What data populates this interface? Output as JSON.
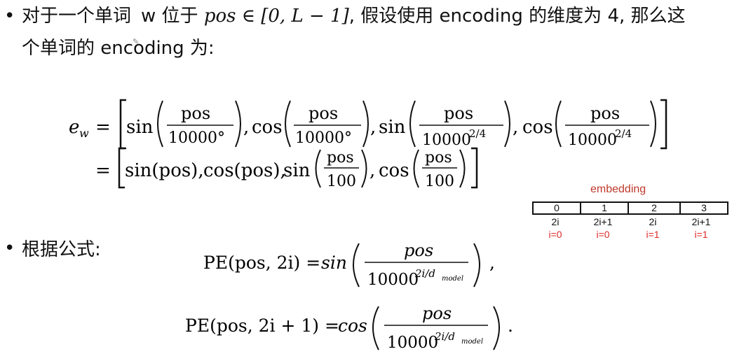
{
  "line1": {
    "text_a": "对于一个单词",
    "word": "w",
    "text_b": "位于",
    "pos_expr": "pos ∈ [0, L − 1]",
    "text_c": ", 假设使用 encoding 的维度为 4, 那么这"
  },
  "line2": {
    "text": "个单词的 encoding 为:"
  },
  "formula_ew": {
    "lhs": "e",
    "lhs_sub": "w",
    "eq": "=",
    "sin": "sin",
    "cos": "cos",
    "pos": "pos",
    "den1": "10000°",
    "den2_base": "10000",
    "den2_exp": "2/4",
    "row2_sin_pos": "sin(pos),",
    "row2_cos_pos": "cos(pos),",
    "den3": "100",
    "comma": ","
  },
  "formula_label": {
    "text": "根据公式:"
  },
  "formula_pe": {
    "pe1_lhs": "PE(pos, 2i) = ",
    "pe2_lhs": "PE(pos, 2i + 1) = ",
    "sin": "sin",
    "cos": "cos",
    "pos": "pos",
    "den_base": "10000",
    "den_exp": "2i/d",
    "den_sub": "model",
    "end1": ",",
    "end2": "."
  },
  "embedding": {
    "title": "embedding",
    "indices": [
      "0",
      "1",
      "2",
      "3"
    ],
    "formula_row": [
      "2i",
      "2i+1",
      "2i",
      "2i+1"
    ],
    "i_row": [
      "i=0",
      "i=0",
      "i=1",
      "i=1"
    ],
    "label_color": "#e0282a"
  }
}
